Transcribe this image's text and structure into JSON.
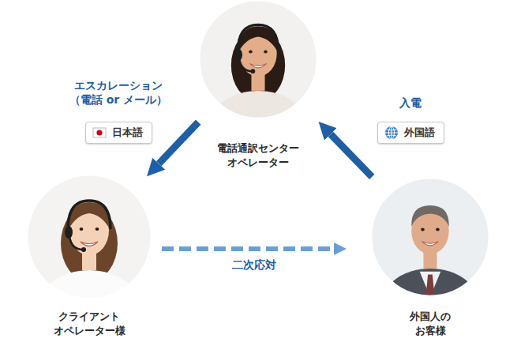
{
  "diagram": {
    "nodes": [
      {
        "text": [
          "電話通訳センター オペレーター"
        ]
      },
      {
        "text": [
          "クライアント オペレーター様"
        ]
      },
      {
        "text": [
          "外国人の お客様"
        ]
      },
      {
        "text": [
          "日本語"
        ]
      },
      {
        "text": [
          "外国語"
        ]
      }
    ],
    "edges": [
      {
        "from": 0,
        "to": 1,
        "arrow": "to",
        "label": "エスカレーション （電話 or メール）"
      },
      {
        "from": 2,
        "to": 0,
        "arrow": "to",
        "label": "入電"
      },
      {
        "from": 1,
        "to": 2,
        "arrow": "to",
        "label": "二次応対"
      }
    ]
  }
}
